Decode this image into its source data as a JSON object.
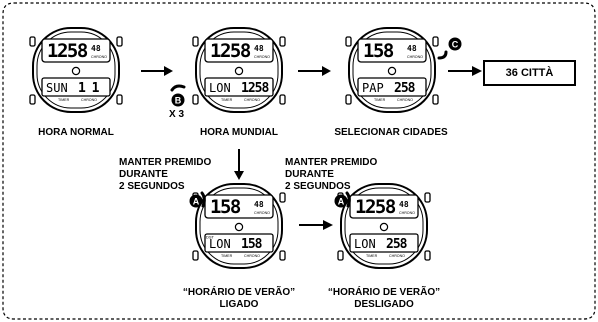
{
  "watches": [
    {
      "top_time": "1258",
      "top_suffix": "48",
      "top_label": "CHRONO",
      "bottom_code": "SUN",
      "bottom_value": "1 1",
      "bottom_tag": "",
      "sub_left": "TIMER",
      "sub_right": "CHRONO",
      "caption": "HORA NORMAL"
    },
    {
      "top_time": "1258",
      "top_suffix": "48",
      "top_label": "CHRONO",
      "bottom_code": "LON",
      "bottom_value": "1258",
      "bottom_tag": "",
      "sub_left": "TIMER",
      "sub_right": "CHRONO",
      "caption": "HORA MUNDIAL"
    },
    {
      "top_time": "158",
      "top_suffix": "48",
      "top_label": "CHRONO",
      "bottom_code": "PAP",
      "bottom_value": "258",
      "bottom_tag": "",
      "sub_left": "TIMER",
      "sub_right": "CHRONO",
      "caption": "SELECIONAR CIDADES"
    },
    {
      "top_time": "158",
      "top_suffix": "48",
      "top_label": "CHRONO",
      "bottom_code": "LON",
      "bottom_value": "158",
      "bottom_tag": "DST",
      "sub_left": "TIMER",
      "sub_right": "CHRONO",
      "caption_line1": "“HORÁRIO DE VERÃO”",
      "caption_line2": "LIGADO"
    },
    {
      "top_time": "1258",
      "top_suffix": "48",
      "top_label": "CHRONO",
      "bottom_code": "LON",
      "bottom_value": "258",
      "bottom_tag": "",
      "sub_left": "TIMER",
      "sub_right": "CHRONO",
      "caption_line1": "“HORÁRIO DE VERÃO”",
      "caption_line2": "DESLIGADO"
    }
  ],
  "buttons": {
    "b": "B",
    "c": "C",
    "a": "A"
  },
  "press_count": "X 3",
  "cities_box": "36 CITTÀ",
  "hold_note_left": [
    "MANTER PREMIDO",
    "DURANTE",
    "2 SEGUNDOS"
  ],
  "hold_note_right": [
    "MANTER PREMIDO",
    "DURANTE",
    "2 SEGUNDOS"
  ]
}
